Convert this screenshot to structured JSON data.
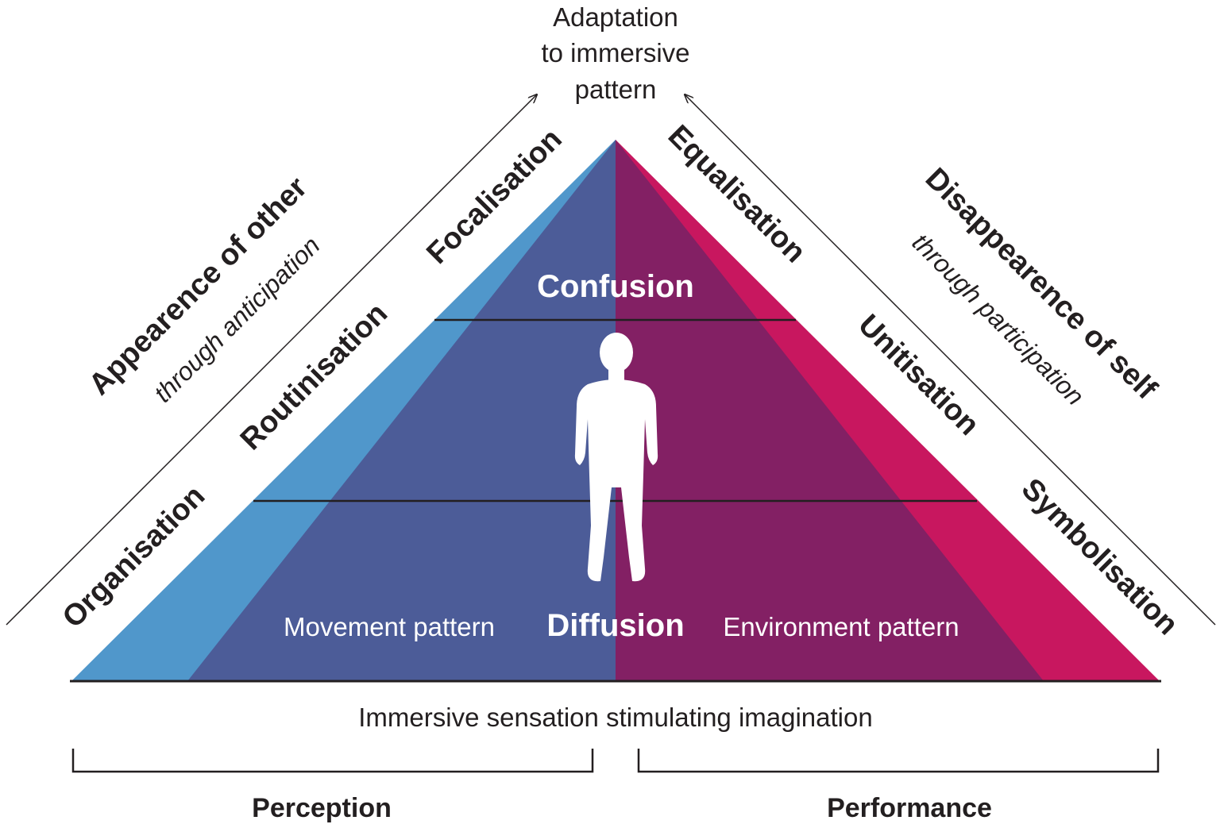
{
  "top_label": {
    "line1": "Adaptation",
    "line2": "to immersive",
    "line3": "pattern"
  },
  "left_side": {
    "heading": "Appearence of other",
    "subheading": "through anticipation",
    "levels": [
      "Focalisation",
      "Routinisation",
      "Organisation"
    ]
  },
  "right_side": {
    "heading": "Disappearence of self",
    "subheading": "through participation",
    "levels": [
      "Equalisation",
      "Unitisation",
      "Symbolisation"
    ]
  },
  "pyramid": {
    "top_tier": "Confusion",
    "bottom_tier": "Diffusion",
    "left_pattern": "Movement pattern",
    "right_pattern": "Environment pattern",
    "figure_icon": "human-silhouette-icon"
  },
  "base_label": "Immersive sensation stimulating imagination",
  "brackets": {
    "left": "Perception",
    "right": "Performance"
  },
  "colors": {
    "light_blue": "#5097cb",
    "dark_blue": "#4c5c98",
    "purple": "#832064",
    "magenta": "#c8175f",
    "ink": "#231f20"
  }
}
